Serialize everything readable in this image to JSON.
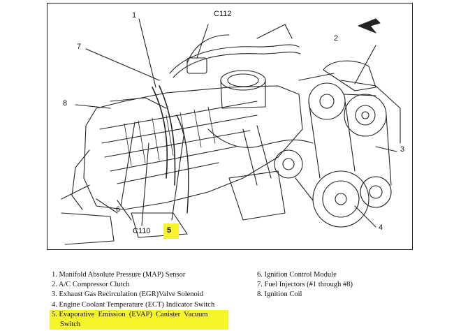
{
  "diagram": {
    "callouts": {
      "n1": "1",
      "n2": "2",
      "n3": "3",
      "n4": "4",
      "n5": "5",
      "n6": "6",
      "n7": "7",
      "n8": "8",
      "c112": "C112",
      "c110": "C110"
    }
  },
  "legend": {
    "left": [
      "1. Manifold Absolute Pressure (MAP) Sensor",
      "2. A/C Compressor Clutch",
      "3. Exhaust Gas Recirculation (EGR)Valve Solenoid",
      "4. Engine Coolant Temperature (ECT) Indicator Switch",
      "5. Evaporative  Emission  (EVAP)  Canister  Vacuum",
      "Switch"
    ],
    "right": [
      "6. Ignition Control Module",
      "7. Fuel Injectors (#1 through #8)",
      "8. Ignition Coil"
    ]
  },
  "colors": {
    "highlight": "#f6f32a",
    "ink": "#111111"
  }
}
